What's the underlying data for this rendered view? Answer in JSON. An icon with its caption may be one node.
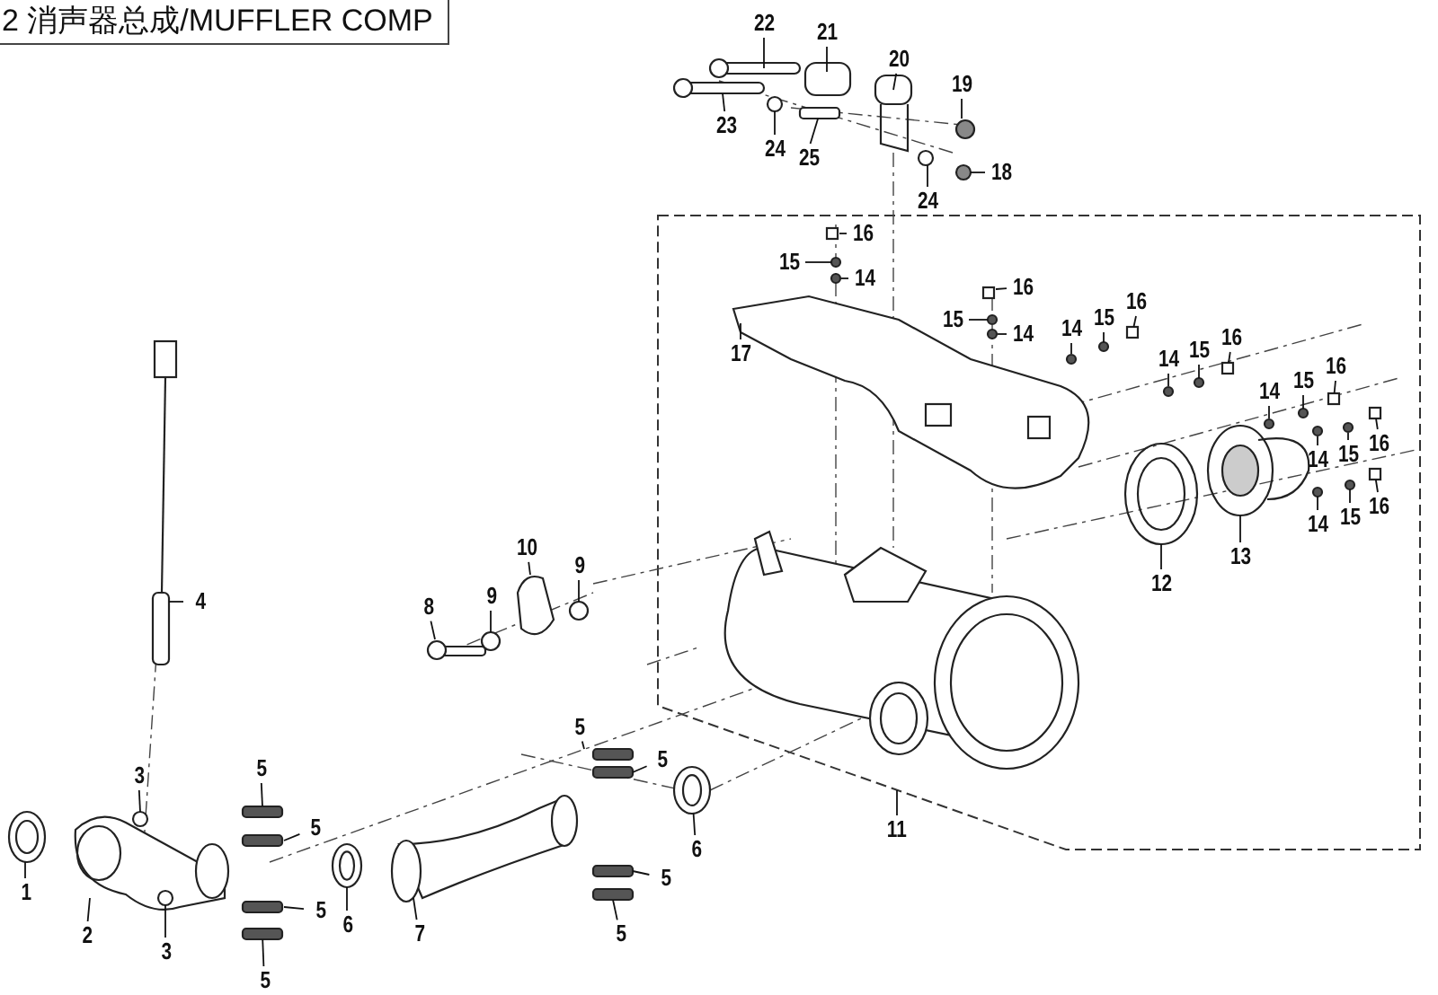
{
  "diagram": {
    "title": "2 消声器总成/MUFFLER COMP",
    "nodes": [
      {
        "text": [
          "22"
        ]
      },
      {
        "text": [
          "21"
        ]
      },
      {
        "text": [
          "20"
        ]
      },
      {
        "text": [
          "19"
        ]
      },
      {
        "text": [
          "23"
        ]
      },
      {
        "text": [
          "24"
        ]
      },
      {
        "text": [
          "25"
        ]
      },
      {
        "text": [
          "24"
        ]
      },
      {
        "text": [
          "18"
        ]
      },
      {
        "text": [
          "16"
        ]
      },
      {
        "text": [
          "15"
        ]
      },
      {
        "text": [
          "14"
        ]
      },
      {
        "text": [
          "17"
        ]
      },
      {
        "text": [
          "16"
        ]
      },
      {
        "text": [
          "15"
        ]
      },
      {
        "text": [
          "14"
        ]
      },
      {
        "text": [
          "14"
        ]
      },
      {
        "text": [
          "15"
        ]
      },
      {
        "text": [
          "16"
        ]
      },
      {
        "text": [
          "14"
        ]
      },
      {
        "text": [
          "15"
        ]
      },
      {
        "text": [
          "16"
        ]
      },
      {
        "text": [
          "14"
        ]
      },
      {
        "text": [
          "15"
        ]
      },
      {
        "text": [
          "16"
        ]
      },
      {
        "text": [
          "14"
        ]
      },
      {
        "text": [
          "15"
        ]
      },
      {
        "text": [
          "16"
        ]
      },
      {
        "text": [
          "16"
        ]
      },
      {
        "text": [
          "15"
        ]
      },
      {
        "text": [
          "14"
        ]
      },
      {
        "text": [
          "12"
        ]
      },
      {
        "text": [
          "13"
        ]
      },
      {
        "text": [
          "11"
        ]
      },
      {
        "text": [
          "10"
        ]
      },
      {
        "text": [
          "9"
        ]
      },
      {
        "text": [
          "9"
        ]
      },
      {
        "text": [
          "8"
        ]
      },
      {
        "text": [
          "4"
        ]
      },
      {
        "text": [
          "3"
        ]
      },
      {
        "text": [
          "5"
        ]
      },
      {
        "text": [
          "5"
        ]
      },
      {
        "text": [
          "5"
        ]
      },
      {
        "text": [
          "5"
        ]
      },
      {
        "text": [
          "1"
        ]
      },
      {
        "text": [
          "2"
        ]
      },
      {
        "text": [
          "3"
        ]
      },
      {
        "text": [
          "6"
        ]
      },
      {
        "text": [
          "7"
        ]
      },
      {
        "text": [
          "5"
        ]
      },
      {
        "text": [
          "5"
        ]
      },
      {
        "text": [
          "6"
        ]
      },
      {
        "text": [
          "5"
        ]
      },
      {
        "text": [
          "5"
        ]
      },
      {
        "text": [],
        "shape": "bar"
      },
      {
        "text": [],
        "shape": "circle"
      },
      {
        "text": [],
        "shape": "circle"
      },
      {
        "text": [],
        "shape": "circle"
      },
      {
        "text": [],
        "shape": "circle"
      },
      {
        "text": [],
        "shape": "box"
      },
      {
        "text": [],
        "shape": "circle"
      },
      {
        "text": [],
        "shape": "box"
      },
      {
        "text": [],
        "shape": "circle"
      },
      {
        "text": [],
        "shape": "box"
      },
      {
        "text": [],
        "shape": "box"
      },
      {
        "text": [],
        "shape": "circle"
      },
      {
        "text": [],
        "shape": "circle"
      },
      {
        "text": [],
        "shape": "bar"
      },
      {
        "text": [],
        "shape": "circle"
      },
      {
        "text": [],
        "shape": "circle"
      },
      {
        "text": [],
        "shape": "box"
      }
    ],
    "edges": [
      {
        "from": 0,
        "to": null,
        "arrow": "none"
      },
      {
        "from": 1,
        "to": null,
        "arrow": "none"
      },
      {
        "from": 2,
        "to": null,
        "arrow": "none"
      },
      {
        "from": 3,
        "to": null,
        "arrow": "none"
      },
      {
        "from": 4,
        "to": null,
        "arrow": "none"
      },
      {
        "from": 5,
        "to": null,
        "arrow": "none"
      },
      {
        "from": 6,
        "to": 54,
        "arrow": "none"
      },
      {
        "from": 7,
        "to": null,
        "arrow": "none"
      },
      {
        "from": 8,
        "to": 55,
        "arrow": "none"
      },
      {
        "from": 9,
        "to": null,
        "arrow": "none"
      },
      {
        "from": 10,
        "to": 56,
        "arrow": "none"
      },
      {
        "from": 11,
        "to": null,
        "arrow": "none"
      },
      {
        "from": 12,
        "to": null,
        "arrow": "none"
      },
      {
        "from": 13,
        "to": null,
        "arrow": "none"
      },
      {
        "from": 14,
        "to": 57,
        "arrow": "none"
      },
      {
        "from": 15,
        "to": null,
        "arrow": "none"
      },
      {
        "from": 16,
        "to": null,
        "arrow": "none"
      },
      {
        "from": 17,
        "to": 58,
        "arrow": "none"
      },
      {
        "from": 18,
        "to": 59,
        "arrow": "none"
      },
      {
        "from": 19,
        "to": null,
        "arrow": "none"
      },
      {
        "from": 20,
        "to": 60,
        "arrow": "none"
      },
      {
        "from": 21,
        "to": 61,
        "arrow": "none"
      },
      {
        "from": 22,
        "to": null,
        "arrow": "none"
      },
      {
        "from": 23,
        "to": 62,
        "arrow": "none"
      },
      {
        "from": 24,
        "to": 63,
        "arrow": "none"
      },
      {
        "from": 25,
        "to": null,
        "arrow": "none"
      },
      {
        "from": 26,
        "to": null,
        "arrow": "none"
      },
      {
        "from": 27,
        "to": 64,
        "arrow": "none"
      },
      {
        "from": 28,
        "to": 70,
        "arrow": "none"
      },
      {
        "from": 29,
        "to": 65,
        "arrow": "none"
      },
      {
        "from": 30,
        "to": 66,
        "arrow": "none"
      },
      {
        "from": 31,
        "to": null,
        "arrow": "none"
      },
      {
        "from": 32,
        "to": null,
        "arrow": "none"
      },
      {
        "from": 33,
        "to": null,
        "arrow": "none"
      },
      {
        "from": 34,
        "to": null,
        "arrow": "none"
      },
      {
        "from": 35,
        "to": null,
        "arrow": "none"
      },
      {
        "from": 36,
        "to": null,
        "arrow": "none"
      },
      {
        "from": 37,
        "to": null,
        "arrow": "none"
      },
      {
        "from": 38,
        "to": null,
        "arrow": "none"
      },
      {
        "from": 39,
        "to": null,
        "arrow": "none"
      },
      {
        "from": 40,
        "to": null,
        "arrow": "none"
      },
      {
        "from": 41,
        "to": null,
        "arrow": "none"
      },
      {
        "from": 42,
        "to": null,
        "arrow": "none"
      },
      {
        "from": 43,
        "to": 67,
        "arrow": "none"
      },
      {
        "from": 44,
        "to": null,
        "arrow": "none"
      },
      {
        "from": 45,
        "to": null,
        "arrow": "none"
      },
      {
        "from": 46,
        "to": null,
        "arrow": "none"
      },
      {
        "from": 47,
        "to": 68,
        "arrow": "none"
      },
      {
        "from": 48,
        "to": null,
        "arrow": "none"
      },
      {
        "from": 49,
        "to": null,
        "arrow": "none"
      },
      {
        "from": 50,
        "to": null,
        "arrow": "none"
      },
      {
        "from": 51,
        "to": 69,
        "arrow": "none"
      },
      {
        "from": 52,
        "to": null,
        "arrow": "none"
      },
      {
        "from": 53,
        "to": null,
        "arrow": "none"
      }
    ]
  }
}
